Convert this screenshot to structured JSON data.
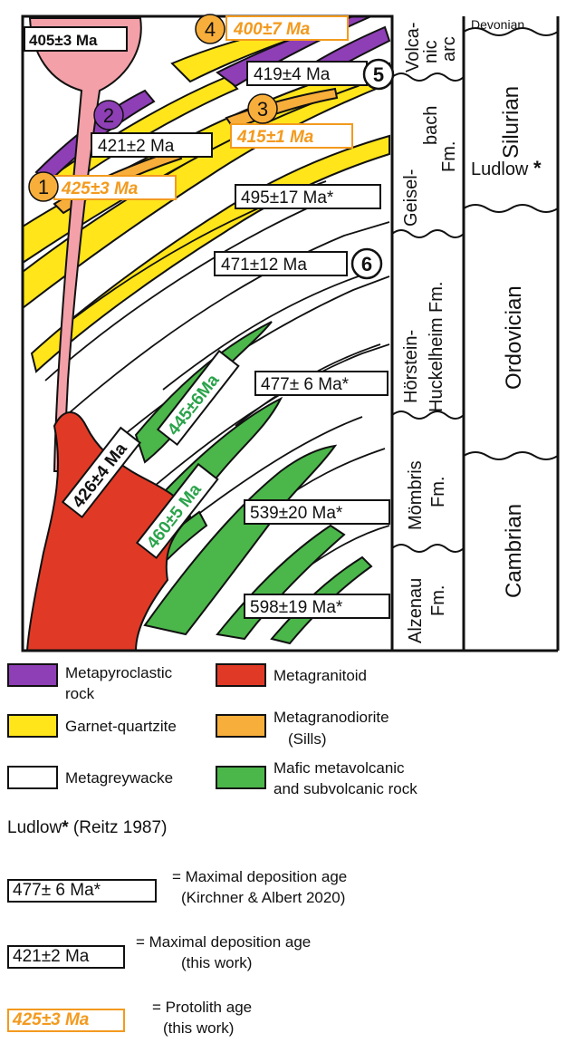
{
  "colors": {
    "metapyroclastic": "#8e3fb5",
    "metagranitoid": "#e03a26",
    "garnet_quartzite": "#ffe51a",
    "metagranodiorite": "#f8ae3a",
    "metagreywacke": "#ffffff",
    "mafic": "#4bb64a",
    "pink": "#f3a0a8",
    "protolith_text": "#f39a1e",
    "green_text": "#2aa34a"
  },
  "ages": {
    "top_left": "405±3 Ma",
    "a1": "425±3 Ma",
    "a2": "421±2 Ma",
    "a3": "415±1 Ma",
    "a4": "400±7 Ma",
    "a5": "419±4 Ma",
    "a6": "471±12 Ma",
    "k1": "495±17 Ma*",
    "k2": "477± 6 Ma*",
    "k3": "539±20 Ma*",
    "k4": "598±19 Ma*",
    "granitoid": "426±4 Ma",
    "green1": "445±6Ma",
    "green2": "460±5 Ma"
  },
  "markers": {
    "m1": "1",
    "m2": "2",
    "m3": "3",
    "m4": "4",
    "m5": "5",
    "m6": "6"
  },
  "formations": {
    "volcanic_arc_1": "Volca-",
    "volcanic_arc_2": "nic",
    "volcanic_arc_3": "arc",
    "geiselbach_1": "Geisel-",
    "geiselbach_2": "bach",
    "geiselbach_3": "Fm.",
    "horstein_1": "Hörstein-",
    "horstein_2": "Huckelheim Fm.",
    "mombris_1": "Mömbris",
    "mombris_2": "Fm.",
    "alzenau_1": "Alzenau",
    "alzenau_2": "Fm."
  },
  "periods": {
    "devonian": "Devonian",
    "silurian": "Silurian",
    "ludlow": "Ludlow",
    "asterisk": "*",
    "ordovician": "Ordovician",
    "cambrian": "Cambrian"
  },
  "legend": {
    "metapyroclastic_1": "Metapyroclastic",
    "metapyroclastic_2": "rock",
    "metagranitoid": "Metagranitoid",
    "garnet_quartzite": "Garnet-quartzite",
    "metagranodiorite_1": "Metagranodiorite",
    "metagranodiorite_2": "(Sills)",
    "metagreywacke": "Metagreywacke",
    "mafic_1": "Mafic metavolcanic",
    "mafic_2": "and subvolcanic rock"
  },
  "notes": {
    "ludlow_ref": "Ludlow",
    "ludlow_star": "*",
    "ludlow_cite": " (Reitz 1987)",
    "key1_box": "477± 6 Ma*",
    "key1_text1": "= Maximal deposition age",
    "key1_text2": "(Kirchner & Albert 2020)",
    "key2_box": "421±2 Ma",
    "key2_text1": "= Maximal deposition age",
    "key2_text2": "(this work)",
    "key3_box": "425±3 Ma",
    "key3_text1": "= Protolith age",
    "key3_text2": "(this work)"
  }
}
